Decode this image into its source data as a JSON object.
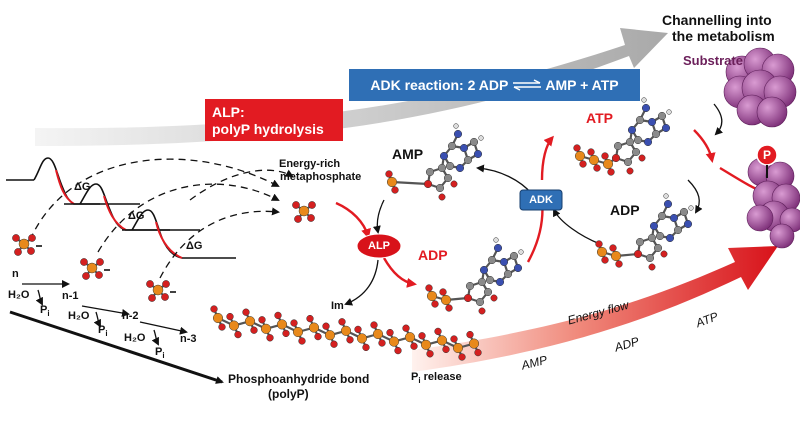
{
  "title": {
    "line1": "Channelling into",
    "line2": "the metabolism"
  },
  "substrate_label": "Substrate",
  "phospho_badge": "P",
  "adk_reaction": {
    "prefix": "ADK reaction: 2 ADP",
    "suffix": "AMP + ATP"
  },
  "alp_box": {
    "line1": "ALP:",
    "line2": "polyP hydrolysis"
  },
  "delta_g": "ΔG",
  "energy_rich": {
    "line1": "Energy-rich",
    "line2": "metaphosphate"
  },
  "molecules": {
    "amp": "AMP",
    "adp_top": "ADP",
    "atp": "ATP",
    "adp_bottom": "ADP"
  },
  "enzymes": {
    "alp": "ALP",
    "adk": "ADK"
  },
  "im_label": "Im",
  "chain": {
    "n": "n",
    "n1": "n-1",
    "n2": "n-2",
    "n3": "n-3",
    "water": "H₂O",
    "pi": "P",
    "pi_sub": "i"
  },
  "polyp_label": {
    "line1": "Phosphoanhydride bond",
    "line2": "(polyP)"
  },
  "energy_flow": {
    "label": "Energy flow",
    "amp": "AMP",
    "adp": "ADP",
    "atp": "ATP"
  },
  "pi_release": {
    "p": "P",
    "sub": "i",
    "rest": " release"
  },
  "colors": {
    "blue": "#2f6fb5",
    "red": "#e21b22",
    "grey_arrow": "#b8b8b8",
    "purple": "#9b4a95",
    "phosphorus": "#e8891b",
    "oxygen": "#d42020",
    "carbon": "#8a8a8a",
    "nitrogen": "#3a4fb0"
  }
}
